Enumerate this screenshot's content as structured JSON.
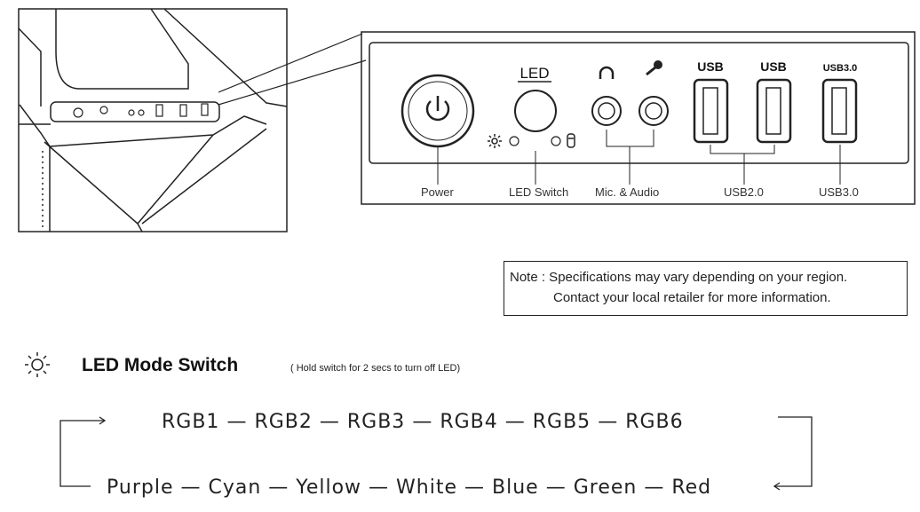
{
  "panel": {
    "led_header": "LED",
    "usb_header_1": "USB",
    "usb_header_2": "USB",
    "usb3_header": "USB3.0",
    "labels": {
      "power": "Power",
      "led_switch": "LED Switch",
      "mic_audio": "Mic. & Audio",
      "usb2": "USB2.0",
      "usb3": "USB3.0"
    }
  },
  "note": {
    "line1": "Note : Specifications may vary depending on your region.",
    "line2": "Contact your local retailer for more information."
  },
  "led_mode": {
    "title": "LED Mode Switch",
    "subtitle": "( Hold switch for  2 secs to turn off LED)",
    "icon": "sun-icon",
    "rgb_row": [
      "RGB1",
      "RGB2",
      "RGB3",
      "RGB4",
      "RGB5",
      "RGB6"
    ],
    "color_row": [
      "Purple",
      "Cyan",
      "Yellow",
      "White",
      "Blue",
      "Green",
      "Red"
    ],
    "separator": "—"
  },
  "icons": [
    "power-icon",
    "headphone-icon",
    "microphone-icon",
    "sun-icon",
    "lightbulb-icon",
    "usb-port-icon"
  ]
}
